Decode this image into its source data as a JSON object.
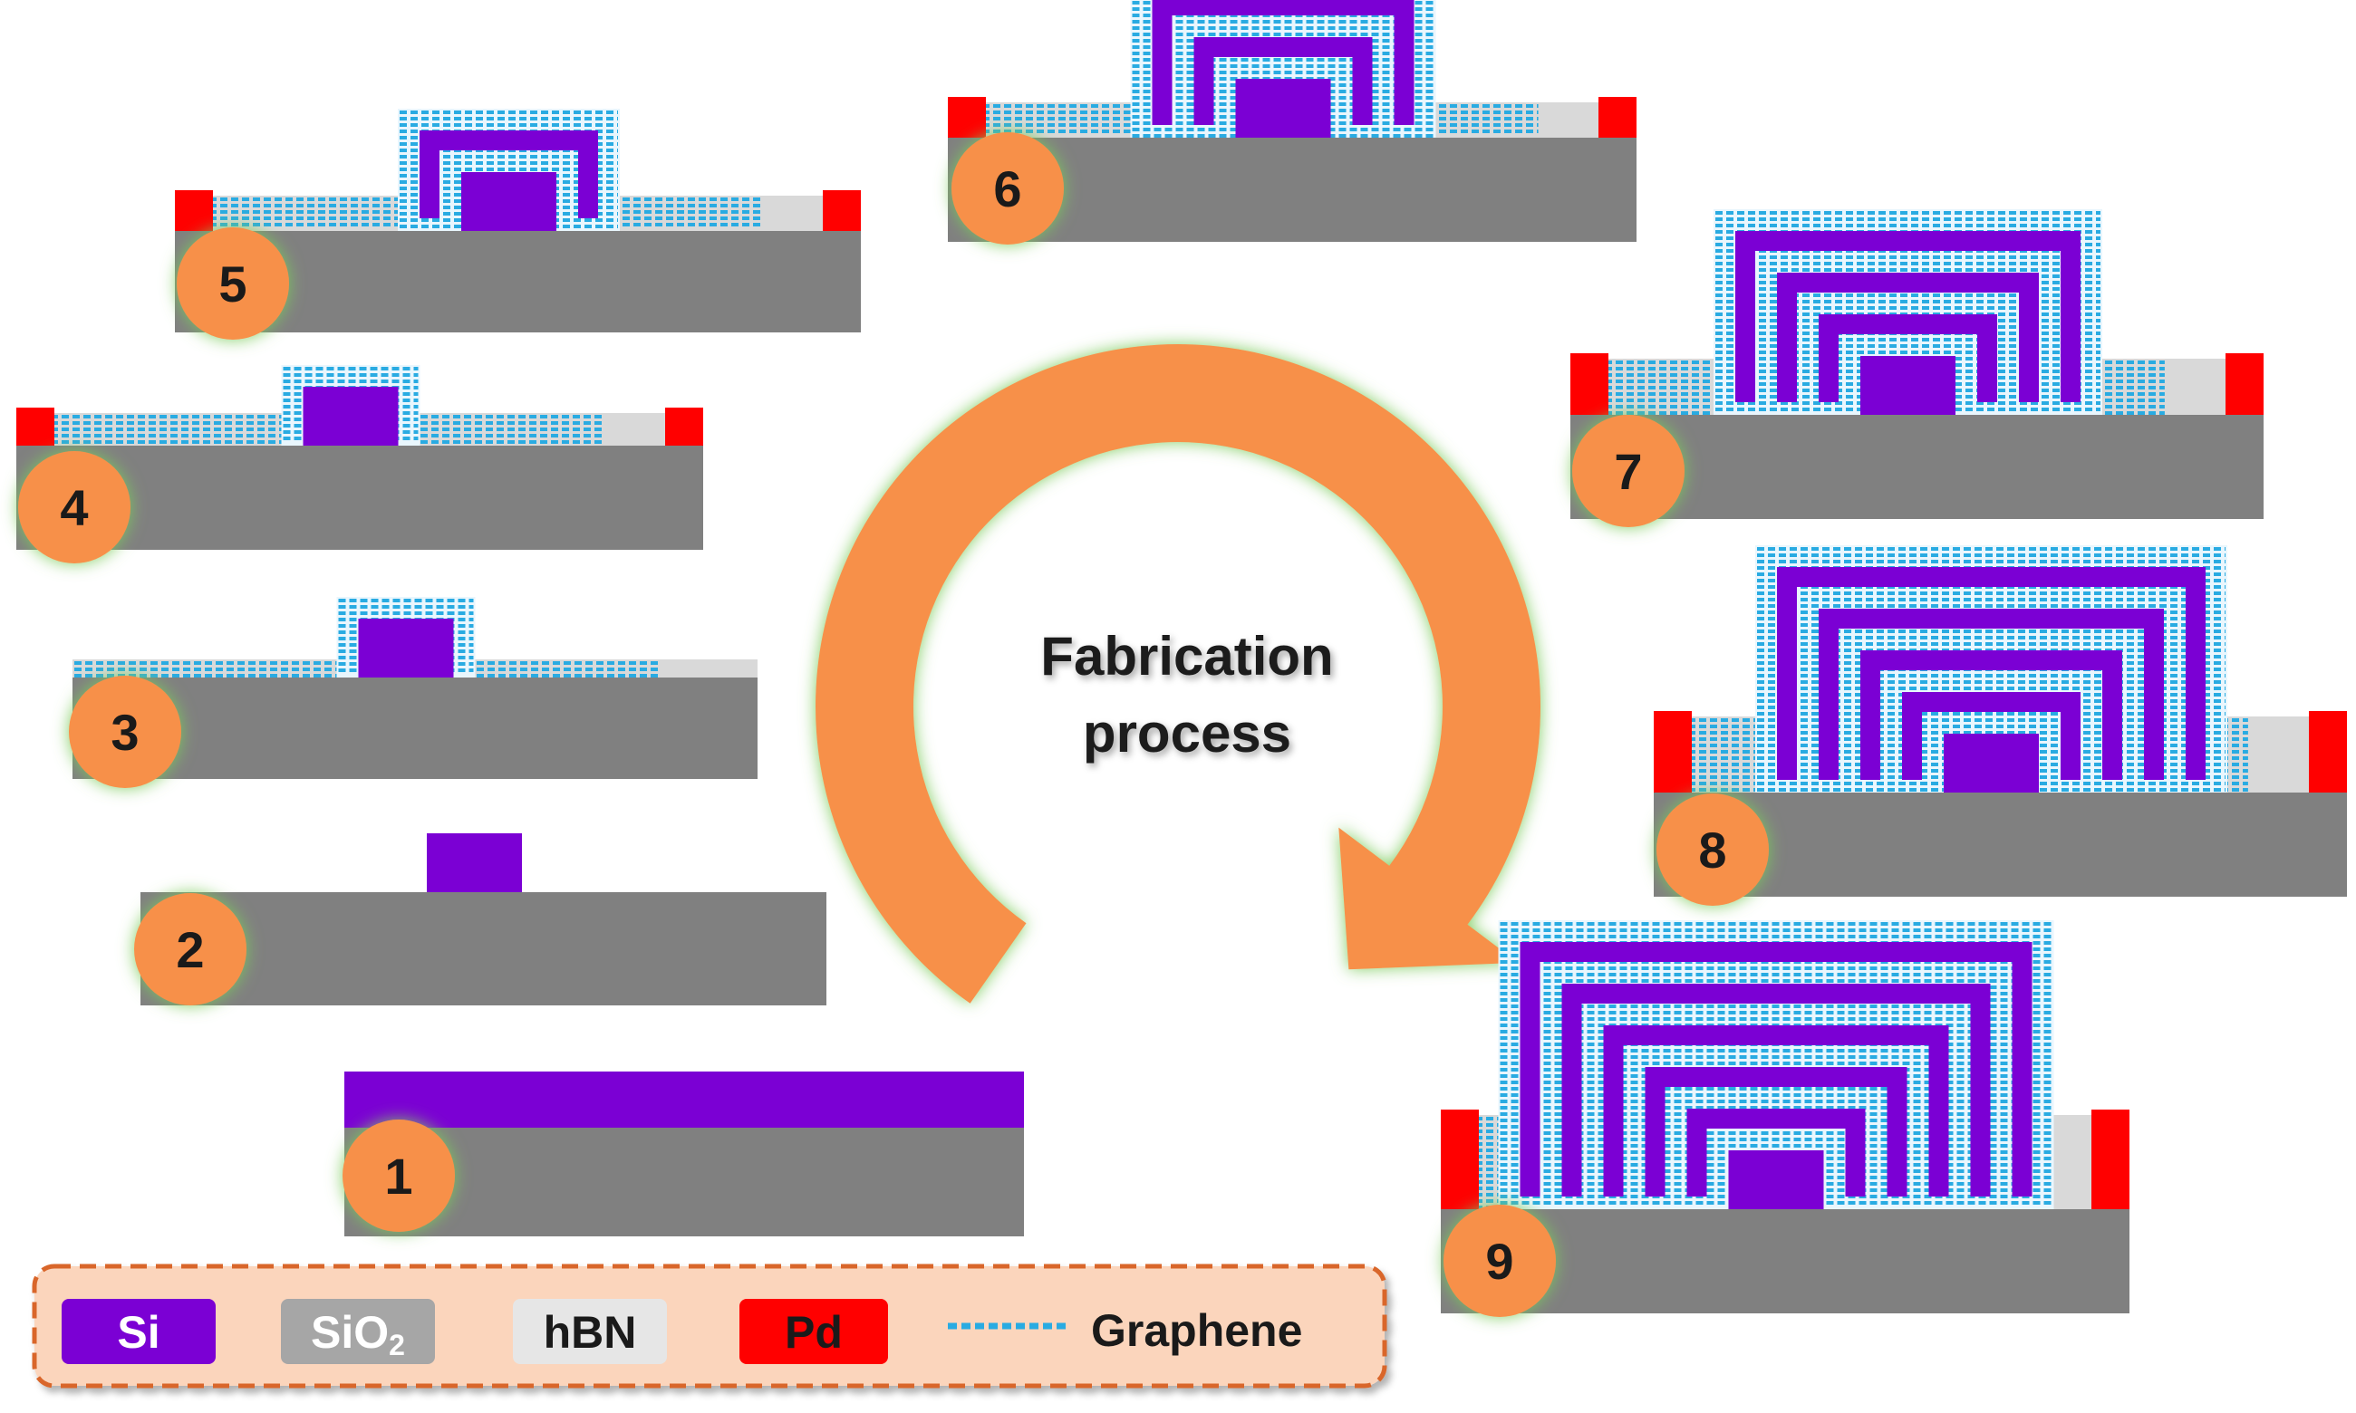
{
  "center_label": {
    "line1": "Fabrication",
    "line2": "process"
  },
  "steps": [
    {
      "number": "1"
    },
    {
      "number": "2"
    },
    {
      "number": "3"
    },
    {
      "number": "4"
    },
    {
      "number": "5"
    },
    {
      "number": "6"
    },
    {
      "number": "7"
    },
    {
      "number": "8"
    },
    {
      "number": "9"
    }
  ],
  "legend": {
    "si": "Si",
    "sio2": "SiO",
    "sio2_subscript": "2",
    "hbn": "hBN",
    "pd": "Pd",
    "graphene": "Graphene"
  },
  "colors": {
    "si": "#7B00D4",
    "sio2": "#808080",
    "hbn": "#D9D9D9",
    "pd": "#FF0000",
    "graphene": "#29ABE2",
    "badge": "#F7904A",
    "arrow": "#F7904A",
    "legend_bg": "#FBD5BC",
    "legend_border": "#D9662A"
  }
}
